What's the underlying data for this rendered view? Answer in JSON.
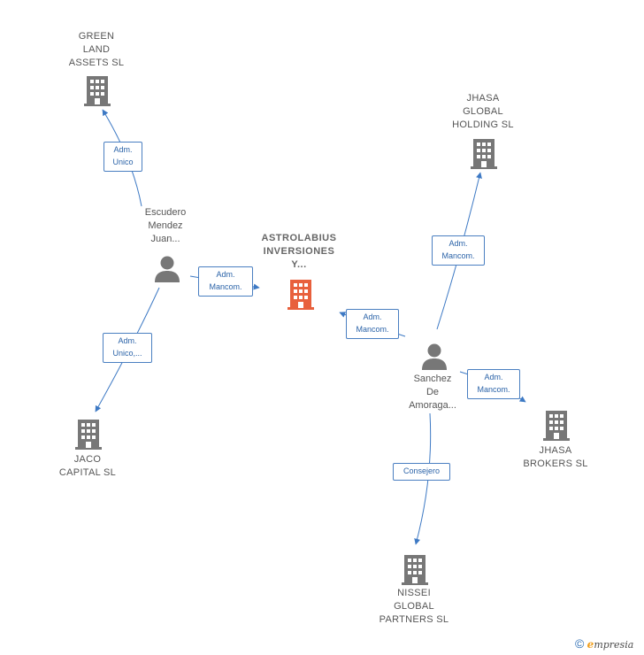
{
  "colors": {
    "edge": "#3d79c4",
    "building": "#777777",
    "main_building": "#e8603c",
    "person": "#777777"
  },
  "nodes": {
    "green_land": {
      "label": "GREEN\nLAND\nASSETS  SL",
      "icon": "building-icon"
    },
    "jhasa_global": {
      "label": "JHASA\nGLOBAL\nHOLDING  SL",
      "icon": "building-icon"
    },
    "escudero": {
      "label": "Escudero\nMendez\nJuan...",
      "icon": "person-icon"
    },
    "astrolabius": {
      "label": "ASTROLABIUS\nINVERSIONES\nY...",
      "icon": "building-icon"
    },
    "sanchez": {
      "label": "Sanchez\nDe\nAmoraga...",
      "icon": "person-icon"
    },
    "jaco": {
      "label": "JACO\nCAPITAL  SL",
      "icon": "building-icon"
    },
    "jhasa_brokers": {
      "label": "JHASA\nBROKERS  SL",
      "icon": "building-icon"
    },
    "nissei": {
      "label": "NISSEI\nGLOBAL\nPARTNERS  SL",
      "icon": "building-icon"
    }
  },
  "edges": {
    "escudero_green": "Adm.\nUnico",
    "escudero_astro": "Adm.\nMancom.",
    "escudero_jaco": "Adm.\nUnico,...",
    "sanchez_astro": "Adm.\nMancom.",
    "sanchez_jhasa_global": "Adm.\nMancom.",
    "sanchez_jhasa_brokers": "Adm.\nMancom.",
    "sanchez_nissei": "Consejero"
  },
  "footer": {
    "copyright": "©",
    "brand_initial": "e",
    "brand_rest": "mpresia"
  }
}
